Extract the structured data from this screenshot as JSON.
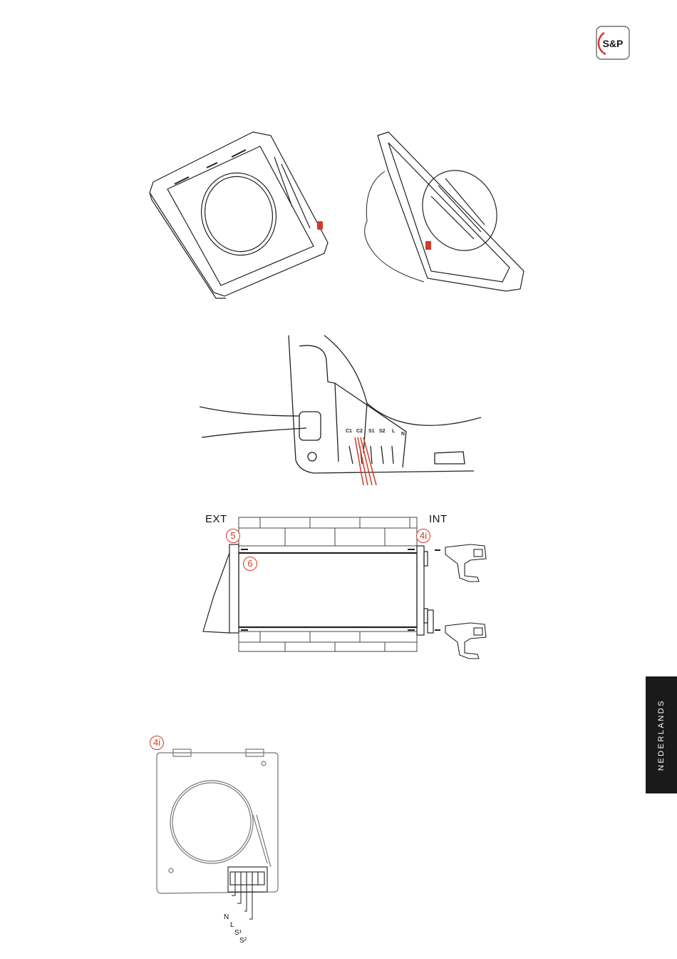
{
  "brand": {
    "logo_text": "S&P",
    "accent": "#d23a2a"
  },
  "side_tab": {
    "label": "NEDERLANDS"
  },
  "figure_terminals": {
    "labels": [
      "C1",
      "C2",
      "S1",
      "S2",
      "L",
      "N"
    ]
  },
  "figure_install": {
    "ext_label": "EXT",
    "int_label": "INT",
    "callout_5": "5",
    "callout_4i": "4i",
    "callout_6": "6"
  },
  "figure_wiring": {
    "callout": "4i",
    "wires": [
      "N",
      "L",
      "S¹",
      "S²"
    ]
  }
}
